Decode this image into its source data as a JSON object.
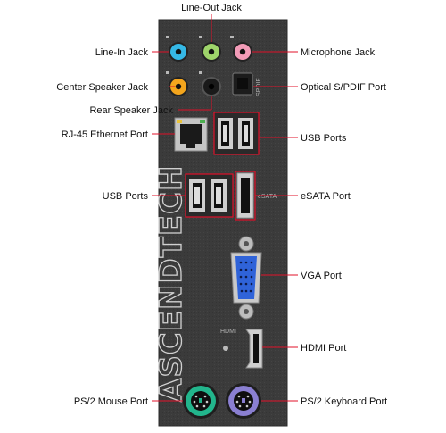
{
  "brand": "ASCENDTECH",
  "panel_text": {
    "spdif": "SPDIF",
    "esata": "eSATA",
    "hdmi": "HDMI"
  },
  "labels": {
    "line_out": "Line-Out Jack",
    "line_in": "Line-In Jack",
    "microphone": "Microphone Jack",
    "center_speaker": "Center Speaker Jack",
    "optical": "Optical S/PDIF Port",
    "rear_speaker": "Rear Speaker Jack",
    "rj45": "RJ-45 Ethernet Port",
    "usb_top": "USB Ports",
    "usb_mid": "USB Ports",
    "esata": "eSATA Port",
    "vga": "VGA Port",
    "hdmi": "HDMI Port",
    "ps2_mouse": "PS/2 Mouse Port",
    "ps2_keyboard": "PS/2 Keyboard Port"
  },
  "colors": {
    "panel": "#3a3a3a",
    "leader": "#e0102a",
    "jack_line_in": "#35b8e6",
    "jack_line_out": "#9ed46a",
    "jack_mic": "#f29bb7",
    "jack_center": "#f3a51d",
    "jack_rear": "#1a1a1a",
    "vga": "#2f63d9",
    "ps2_mouse": "#22b58c",
    "ps2_keyboard": "#8a7fd1"
  }
}
